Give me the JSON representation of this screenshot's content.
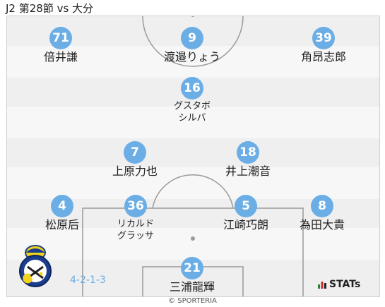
{
  "header": {
    "title": "J2 第28節 vs 大分"
  },
  "formation": "4-2-1-3",
  "players": [
    {
      "number": "71",
      "name": "倍井謙"
    },
    {
      "number": "9",
      "name": "渡邉りょう"
    },
    {
      "number": "39",
      "name": "角昂志郎"
    },
    {
      "number": "16",
      "name": "グスタボ\nシルバ"
    },
    {
      "number": "7",
      "name": "上原力也"
    },
    {
      "number": "18",
      "name": "井上潮音"
    },
    {
      "number": "4",
      "name": "松原后"
    },
    {
      "number": "36",
      "name": "リカルド\nグラッサ"
    },
    {
      "number": "5",
      "name": "江崎巧朗"
    },
    {
      "number": "8",
      "name": "為田大貴"
    },
    {
      "number": "21",
      "name": "三浦龍輝"
    }
  ],
  "branding": {
    "stats_label": "STATs",
    "copyright": "© SPORTERIA"
  },
  "colors": {
    "number_badge": "#6baee6",
    "formation_text": "#6baee6"
  },
  "icons": {
    "team_crest": "team-crest-icon",
    "stats_logo": "stats-bars-icon"
  }
}
